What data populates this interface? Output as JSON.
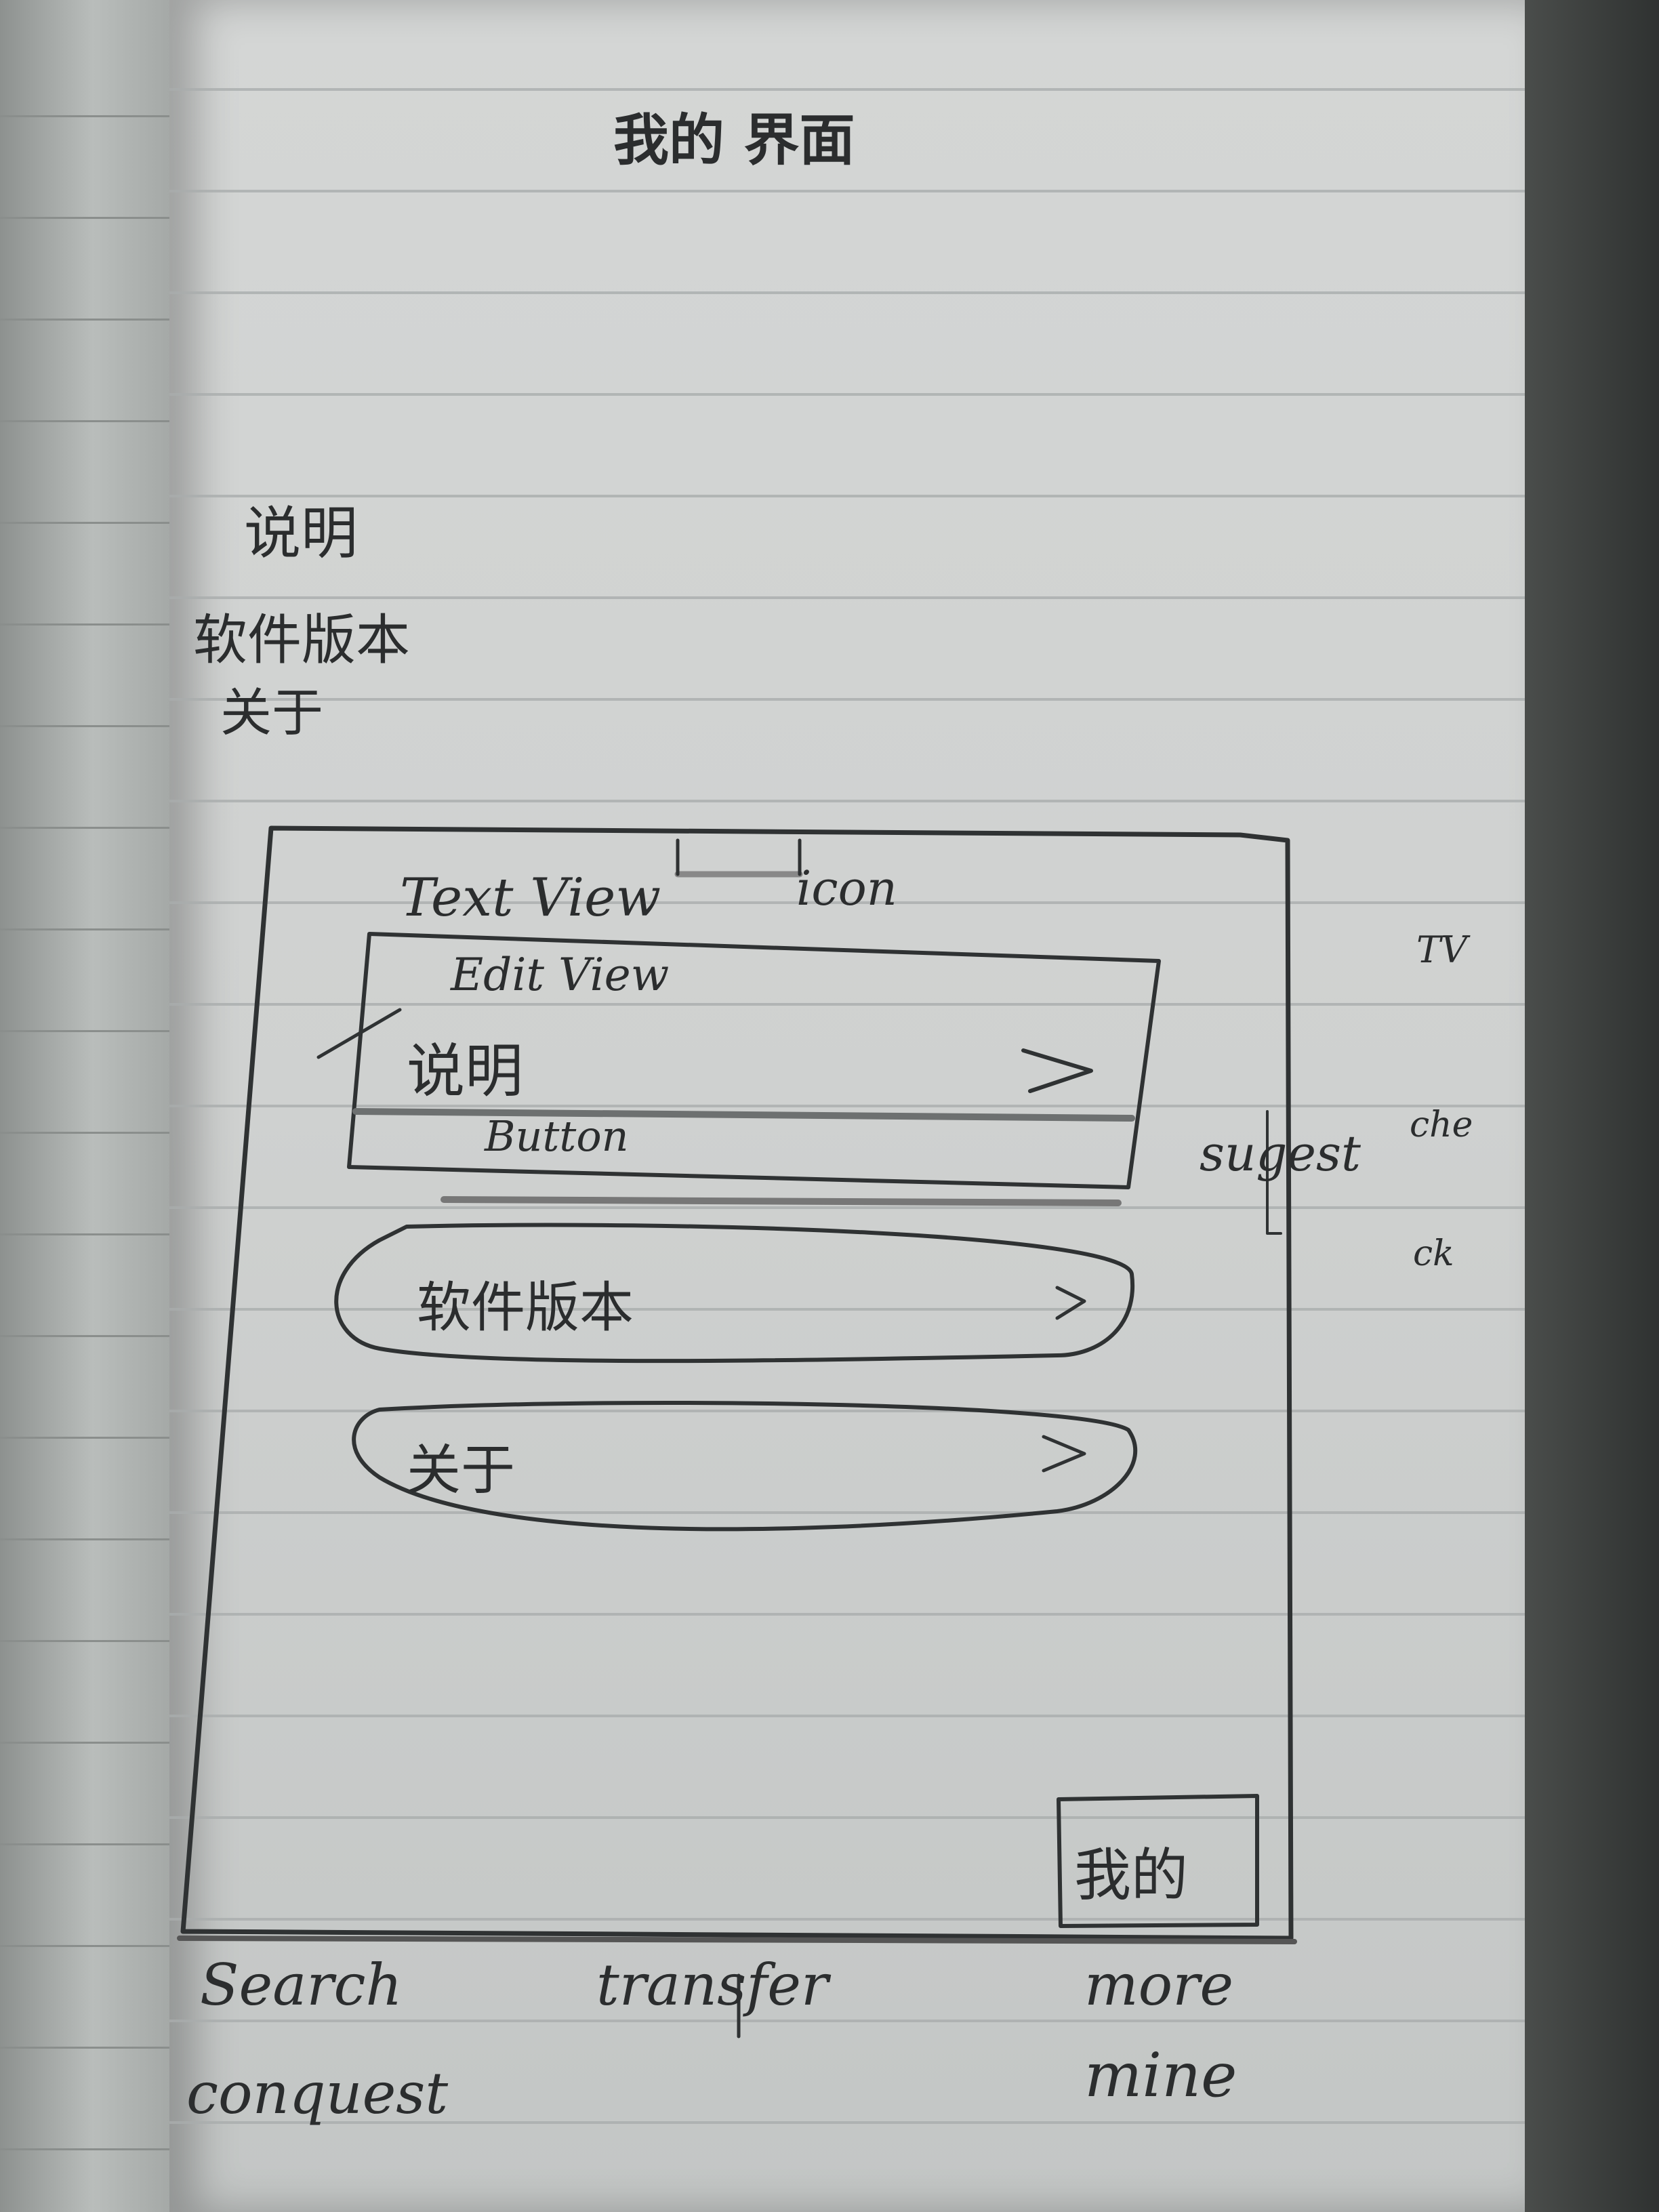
{
  "sketch": {
    "title": "我的 界面",
    "notes": [
      "说明",
      "软件版本",
      "关于"
    ],
    "phone": {
      "header_text": "Text View",
      "header_icon": "icon",
      "edit_view": "Edit View",
      "row1_label": "说明",
      "row1_chevron": ">",
      "button_label": "Button",
      "row2_label": "软件版本",
      "row2_chevron": ">",
      "row3_label": "关于",
      "row3_chevron": ">",
      "corner_button": "我的"
    },
    "side_notes": {
      "tv": "TV",
      "suggest": "sugest",
      "check_a": "che",
      "check_b": "ck"
    },
    "bottom_tabs": {
      "search": "Search",
      "conquest": "conquest",
      "transfer": "transfer",
      "more": "more",
      "mine": "mine"
    }
  }
}
